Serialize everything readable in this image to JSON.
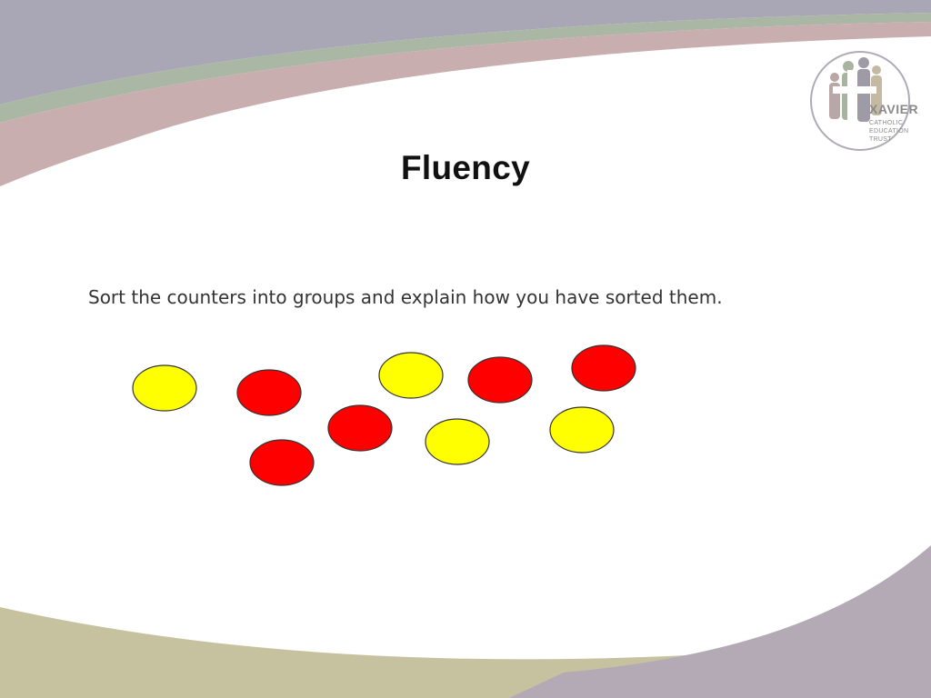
{
  "slide": {
    "title": "Fluency",
    "instruction": "Sort the counters into groups and explain how you have sorted them."
  },
  "logo": {
    "name": "XAVIER",
    "line1": "CATHOLIC",
    "line2": "EDUCATION",
    "line3": "TRUST"
  },
  "counters": [
    {
      "color": "yellow"
    },
    {
      "color": "red"
    },
    {
      "color": "red"
    },
    {
      "color": "yellow"
    },
    {
      "color": "red"
    },
    {
      "color": "red"
    },
    {
      "color": "yellow"
    },
    {
      "color": "red"
    },
    {
      "color": "yellow"
    }
  ],
  "colors": {
    "yellow": "#ffff00",
    "red": "#ff0000",
    "top_band_grey": "#a9a7b5",
    "band_pink": "#c9aeb0",
    "band_green": "#a9b7a4",
    "bottom_band_purple": "#b3aab6",
    "bottom_band_olive": "#c6c2a0"
  }
}
